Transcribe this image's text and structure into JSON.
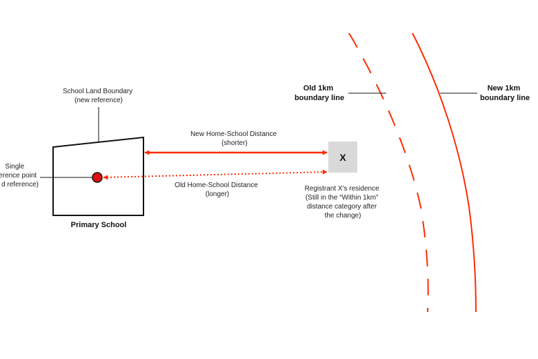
{
  "colors": {
    "accent": "#ff2a00",
    "marker": "#dd1111",
    "residence_box": "#d9d9d9",
    "line": "#111111"
  },
  "school": {
    "land_boundary_label": [
      "School Land Boundary",
      "(new reference)"
    ],
    "reference_point_label": [
      "Single",
      "erence point",
      "d reference)"
    ],
    "name": "Primary School"
  },
  "new_distance": {
    "label": [
      "New Home-School Distance",
      "(shorter)"
    ]
  },
  "old_distance": {
    "label": [
      "Old Home-School Distance",
      "(longer)"
    ]
  },
  "residence": {
    "marker": "X",
    "label": [
      "Registrant X's residence",
      "(Still in the “Within 1km”",
      "distance category after",
      "the change)"
    ]
  },
  "old_boundary": {
    "label": [
      "Old 1km",
      "boundary line"
    ]
  },
  "new_boundary": {
    "label": [
      "New 1km",
      "boundary line"
    ]
  }
}
